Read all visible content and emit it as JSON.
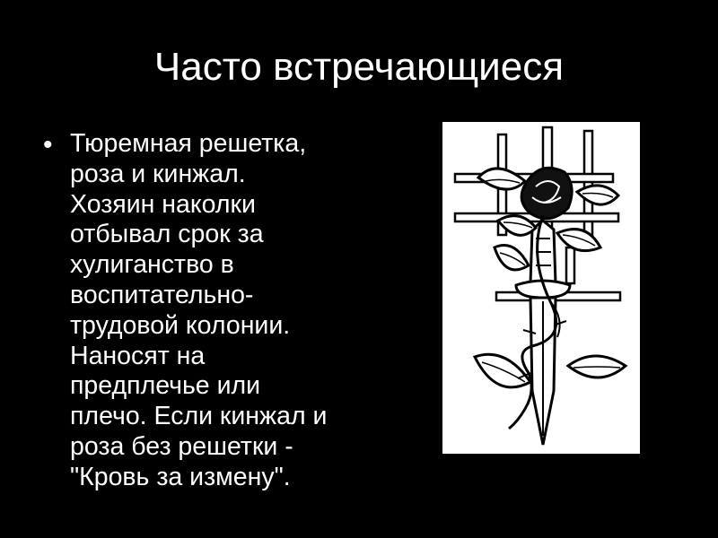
{
  "slide": {
    "title": "Часто встречающиеся",
    "bullet": {
      "marker": "•",
      "lines": [
        "Тюремная решетка,",
        "роза и кинжал.",
        "Хозяин наколки",
        "отбывал срок за",
        "хулиганство в",
        "воспитательно-",
        "трудовой колонии.",
        "Наносят на",
        "предплечье или",
        "плечо. Если кинжал и",
        "роза без решетки -",
        "\"Кровь за измену\"."
      ]
    }
  },
  "figure": {
    "subject": "prison-bars-rose-dagger-tattoo",
    "background": "#ffffff",
    "ink": "#000000"
  },
  "colors": {
    "background": "#000000",
    "text": "#ffffff"
  }
}
